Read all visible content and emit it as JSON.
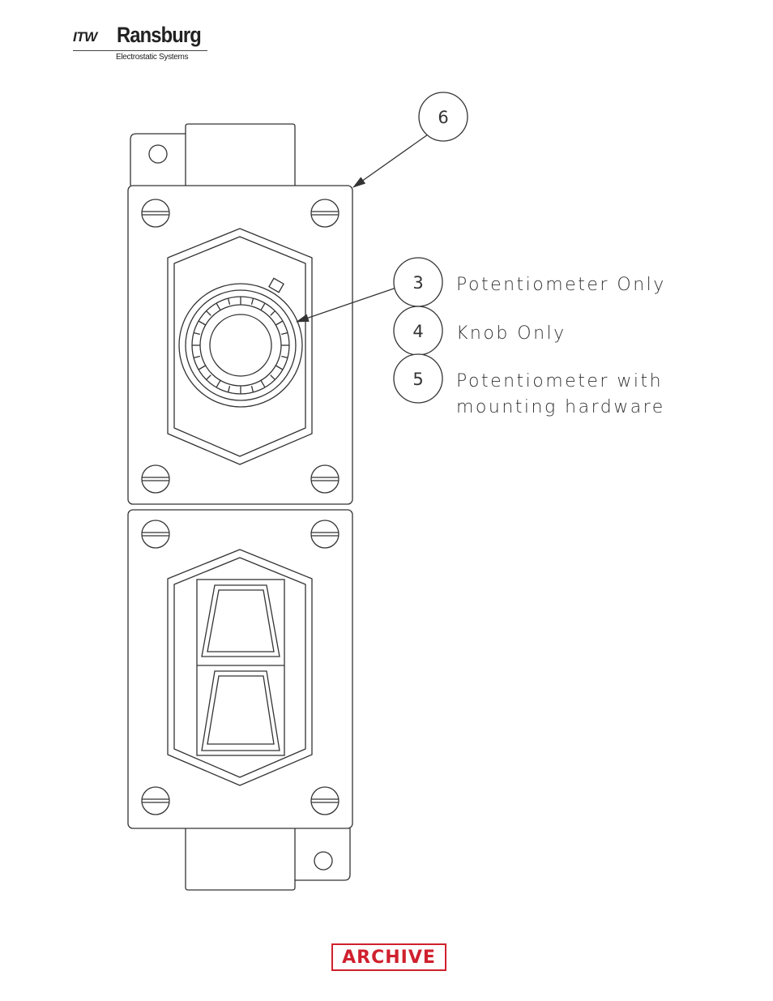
{
  "logo": {
    "prefix": "ITW",
    "brand": "Ransburg",
    "subtitle": "Electrostatic Systems"
  },
  "callouts": [
    {
      "number": "6",
      "lines": []
    },
    {
      "number": "3",
      "lines": [
        "Potentiometer Only"
      ]
    },
    {
      "number": "4",
      "lines": [
        "Knob Only"
      ]
    },
    {
      "number": "5",
      "lines": [
        "Potentiometer with",
        "mounting hardware"
      ]
    }
  ],
  "stamp": {
    "label": "ARCHIVE",
    "color": "#d0202e"
  },
  "colors": {
    "line": "#333333"
  }
}
